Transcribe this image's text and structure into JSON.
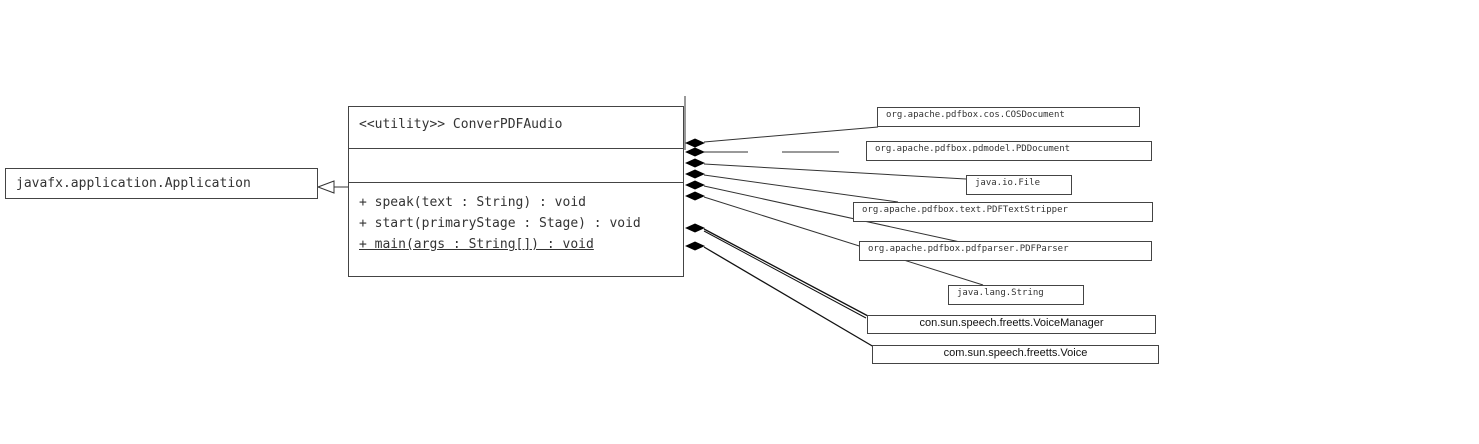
{
  "diagram": {
    "parent_class": {
      "name": "javafx.application.Application"
    },
    "main_class": {
      "name": "<<utility>> ConverPDFAudio",
      "attributes": [],
      "operations": [
        {
          "label": "+ speak(text : String) : void",
          "static": false
        },
        {
          "label": "+ start(primaryStage : Stage) : void",
          "static": false
        },
        {
          "label": "+ main(args : String[]) : void",
          "static": true
        }
      ]
    },
    "dependencies": [
      {
        "name": "org.apache.pdfbox.cos.COSDocument"
      },
      {
        "name": "org.apache.pdfbox.pdmodel.PDDocument"
      },
      {
        "name": "java.io.File"
      },
      {
        "name": "org.apache.pdfbox.text.PDFTextStripper"
      },
      {
        "name": "org.apache.pdfbox.pdfparser.PDFParser"
      },
      {
        "name": "java.lang.String"
      },
      {
        "name": "con.sun.speech.freetts.VoiceManager"
      },
      {
        "name": "com.sun.speech.freetts.Voice"
      }
    ],
    "relationships": {
      "generalization": {
        "from": "ConverPDFAudio",
        "to": "javafx.application.Application"
      },
      "composition_count": 8
    }
  }
}
